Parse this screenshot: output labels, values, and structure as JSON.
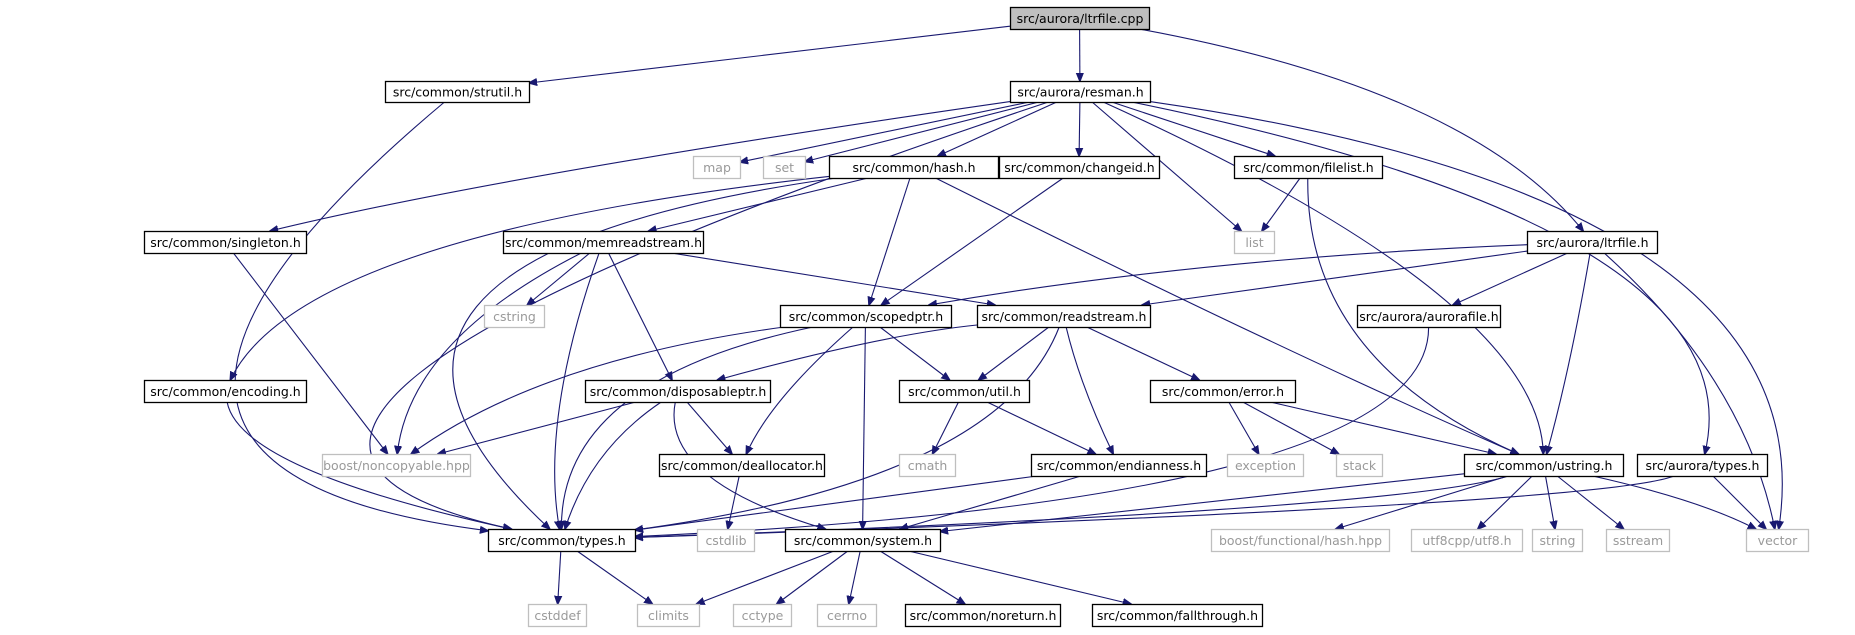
{
  "diagram": {
    "style": {
      "edge_color": "#191970",
      "node_border": "#000000",
      "external_border": "#bfbfbf",
      "external_text": "#9a9a9a",
      "root_fill": "#bfbfbf",
      "background": "#ffffff"
    },
    "nodes": [
      {
        "id": "ltrfile_cpp",
        "label": "src/aurora/ltrfile.cpp",
        "kind": "root"
      },
      {
        "id": "strutil_h",
        "label": "src/common/strutil.h",
        "kind": "local"
      },
      {
        "id": "resman_h",
        "label": "src/aurora/resman.h",
        "kind": "local"
      },
      {
        "id": "map",
        "label": "map",
        "kind": "external"
      },
      {
        "id": "set",
        "label": "set",
        "kind": "external"
      },
      {
        "id": "hash_h",
        "label": "src/common/hash.h",
        "kind": "local"
      },
      {
        "id": "changeid_h",
        "label": "src/common/changeid.h",
        "kind": "local"
      },
      {
        "id": "filelist_h",
        "label": "src/common/filelist.h",
        "kind": "local"
      },
      {
        "id": "list",
        "label": "list",
        "kind": "external"
      },
      {
        "id": "singleton_h",
        "label": "src/common/singleton.h",
        "kind": "local"
      },
      {
        "id": "memreadstream_h",
        "label": "src/common/memreadstream.h",
        "kind": "local"
      },
      {
        "id": "aurora_ltrfile_h",
        "label": "src/aurora/ltrfile.h",
        "kind": "local"
      },
      {
        "id": "cstring",
        "label": "cstring",
        "kind": "external"
      },
      {
        "id": "scopedptr_h",
        "label": "src/common/scopedptr.h",
        "kind": "local"
      },
      {
        "id": "readstream_h",
        "label": "src/common/readstream.h",
        "kind": "local"
      },
      {
        "id": "aurorafile_h",
        "label": "src/aurora/aurorafile.h",
        "kind": "local"
      },
      {
        "id": "encoding_h",
        "label": "src/common/encoding.h",
        "kind": "local"
      },
      {
        "id": "disposableptr_h",
        "label": "src/common/disposableptr.h",
        "kind": "local"
      },
      {
        "id": "util_h",
        "label": "src/common/util.h",
        "kind": "local"
      },
      {
        "id": "error_h",
        "label": "src/common/error.h",
        "kind": "local"
      },
      {
        "id": "noncopyable_hpp",
        "label": "boost/noncopyable.hpp",
        "kind": "external"
      },
      {
        "id": "deallocator_h",
        "label": "src/common/deallocator.h",
        "kind": "local"
      },
      {
        "id": "cmath",
        "label": "cmath",
        "kind": "external"
      },
      {
        "id": "endianness_h",
        "label": "src/common/endianness.h",
        "kind": "local"
      },
      {
        "id": "exception",
        "label": "exception",
        "kind": "external"
      },
      {
        "id": "stack",
        "label": "stack",
        "kind": "external"
      },
      {
        "id": "ustring_h",
        "label": "src/common/ustring.h",
        "kind": "local"
      },
      {
        "id": "aurora_types_h",
        "label": "src/aurora/types.h",
        "kind": "local"
      },
      {
        "id": "types_h",
        "label": "src/common/types.h",
        "kind": "local"
      },
      {
        "id": "cstdlib",
        "label": "cstdlib",
        "kind": "external"
      },
      {
        "id": "system_h",
        "label": "src/common/system.h",
        "kind": "local"
      },
      {
        "id": "functional_hash",
        "label": "boost/functional/hash.hpp",
        "kind": "external"
      },
      {
        "id": "utf8_h",
        "label": "utf8cpp/utf8.h",
        "kind": "external"
      },
      {
        "id": "string",
        "label": "string",
        "kind": "external"
      },
      {
        "id": "sstream",
        "label": "sstream",
        "kind": "external"
      },
      {
        "id": "vector",
        "label": "vector",
        "kind": "external"
      },
      {
        "id": "cstddef",
        "label": "cstddef",
        "kind": "external"
      },
      {
        "id": "climits",
        "label": "climits",
        "kind": "external"
      },
      {
        "id": "cctype",
        "label": "cctype",
        "kind": "external"
      },
      {
        "id": "cerrno",
        "label": "cerrno",
        "kind": "external"
      },
      {
        "id": "noreturn_h",
        "label": "src/common/noreturn.h",
        "kind": "local"
      },
      {
        "id": "fallthrough_h",
        "label": "src/common/fallthrough.h",
        "kind": "local"
      }
    ],
    "edges": [
      {
        "from": "ltrfile_cpp",
        "to": "strutil_h"
      },
      {
        "from": "ltrfile_cpp",
        "to": "resman_h"
      },
      {
        "from": "ltrfile_cpp",
        "to": "aurora_ltrfile_h"
      },
      {
        "from": "strutil_h",
        "to": "types_h"
      },
      {
        "from": "resman_h",
        "to": "map"
      },
      {
        "from": "resman_h",
        "to": "set"
      },
      {
        "from": "resman_h",
        "to": "hash_h"
      },
      {
        "from": "resman_h",
        "to": "changeid_h"
      },
      {
        "from": "resman_h",
        "to": "filelist_h"
      },
      {
        "from": "resman_h",
        "to": "list"
      },
      {
        "from": "resman_h",
        "to": "singleton_h"
      },
      {
        "from": "resman_h",
        "to": "types_h"
      },
      {
        "from": "resman_h",
        "to": "ustring_h"
      },
      {
        "from": "resman_h",
        "to": "aurora_types_h"
      },
      {
        "from": "resman_h",
        "to": "vector"
      },
      {
        "from": "hash_h",
        "to": "memreadstream_h"
      },
      {
        "from": "hash_h",
        "to": "scopedptr_h"
      },
      {
        "from": "hash_h",
        "to": "encoding_h"
      },
      {
        "from": "hash_h",
        "to": "types_h"
      },
      {
        "from": "hash_h",
        "to": "ustring_h"
      },
      {
        "from": "changeid_h",
        "to": "scopedptr_h"
      },
      {
        "from": "filelist_h",
        "to": "list"
      },
      {
        "from": "filelist_h",
        "to": "ustring_h"
      },
      {
        "from": "singleton_h",
        "to": "noncopyable_hpp"
      },
      {
        "from": "memreadstream_h",
        "to": "cstring"
      },
      {
        "from": "memreadstream_h",
        "to": "readstream_h"
      },
      {
        "from": "memreadstream_h",
        "to": "disposableptr_h"
      },
      {
        "from": "memreadstream_h",
        "to": "noncopyable_hpp"
      },
      {
        "from": "memreadstream_h",
        "to": "types_h"
      },
      {
        "from": "aurora_ltrfile_h",
        "to": "scopedptr_h"
      },
      {
        "from": "aurora_ltrfile_h",
        "to": "readstream_h"
      },
      {
        "from": "aurora_ltrfile_h",
        "to": "aurorafile_h"
      },
      {
        "from": "aurora_ltrfile_h",
        "to": "ustring_h"
      },
      {
        "from": "aurora_ltrfile_h",
        "to": "vector"
      },
      {
        "from": "scopedptr_h",
        "to": "util_h"
      },
      {
        "from": "scopedptr_h",
        "to": "deallocator_h"
      },
      {
        "from": "scopedptr_h",
        "to": "system_h"
      },
      {
        "from": "scopedptr_h",
        "to": "noncopyable_hpp"
      },
      {
        "from": "scopedptr_h",
        "to": "types_h"
      },
      {
        "from": "readstream_h",
        "to": "disposableptr_h"
      },
      {
        "from": "readstream_h",
        "to": "util_h"
      },
      {
        "from": "readstream_h",
        "to": "error_h"
      },
      {
        "from": "readstream_h",
        "to": "endianness_h"
      },
      {
        "from": "readstream_h",
        "to": "types_h"
      },
      {
        "from": "aurorafile_h",
        "to": "types_h"
      },
      {
        "from": "encoding_h",
        "to": "types_h"
      },
      {
        "from": "disposableptr_h",
        "to": "noncopyable_hpp"
      },
      {
        "from": "disposableptr_h",
        "to": "deallocator_h"
      },
      {
        "from": "disposableptr_h",
        "to": "types_h"
      },
      {
        "from": "disposableptr_h",
        "to": "system_h"
      },
      {
        "from": "util_h",
        "to": "cmath"
      },
      {
        "from": "util_h",
        "to": "endianness_h"
      },
      {
        "from": "error_h",
        "to": "exception"
      },
      {
        "from": "error_h",
        "to": "stack"
      },
      {
        "from": "error_h",
        "to": "ustring_h"
      },
      {
        "from": "deallocator_h",
        "to": "cstdlib"
      },
      {
        "from": "endianness_h",
        "to": "types_h"
      },
      {
        "from": "endianness_h",
        "to": "system_h"
      },
      {
        "from": "ustring_h",
        "to": "types_h"
      },
      {
        "from": "ustring_h",
        "to": "system_h"
      },
      {
        "from": "ustring_h",
        "to": "functional_hash"
      },
      {
        "from": "ustring_h",
        "to": "utf8_h"
      },
      {
        "from": "ustring_h",
        "to": "string"
      },
      {
        "from": "ustring_h",
        "to": "sstream"
      },
      {
        "from": "ustring_h",
        "to": "vector"
      },
      {
        "from": "aurora_types_h",
        "to": "types_h"
      },
      {
        "from": "aurora_types_h",
        "to": "vector"
      },
      {
        "from": "types_h",
        "to": "cstddef"
      },
      {
        "from": "types_h",
        "to": "climits"
      },
      {
        "from": "system_h",
        "to": "climits"
      },
      {
        "from": "system_h",
        "to": "cctype"
      },
      {
        "from": "system_h",
        "to": "cerrno"
      },
      {
        "from": "system_h",
        "to": "noreturn_h"
      },
      {
        "from": "system_h",
        "to": "fallthrough_h"
      }
    ]
  }
}
